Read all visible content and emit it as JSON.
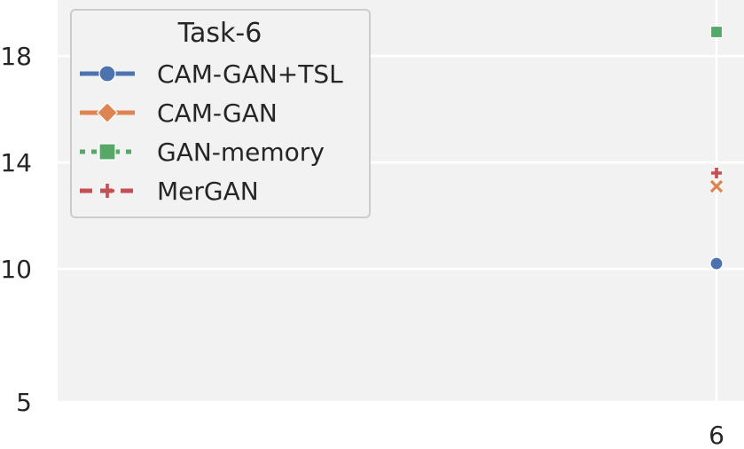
{
  "chart_data": {
    "type": "line",
    "x": [
      6
    ],
    "xticks": [
      6
    ],
    "yticks": [
      5,
      10,
      14,
      18
    ],
    "ylim": [
      5,
      20
    ],
    "grid": true,
    "legend": {
      "title": "Task-6",
      "placement": "top-left"
    },
    "series": [
      {
        "name": "CAM-GAN+TSL",
        "values": [
          10.2
        ],
        "color": "#4c72b0",
        "marker": "circle",
        "linestyle": "solid"
      },
      {
        "name": "CAM-GAN",
        "values": [
          13.1
        ],
        "color": "#dd8452",
        "marker": "x",
        "legend_marker": "diamond",
        "linestyle": "solid"
      },
      {
        "name": "GAN-memory",
        "values": [
          18.9
        ],
        "color": "#55a868",
        "marker": "square",
        "linestyle": "dotted"
      },
      {
        "name": "MerGAN",
        "values": [
          13.6
        ],
        "color": "#c44e52",
        "marker": "plus",
        "linestyle": "dashed"
      }
    ]
  }
}
